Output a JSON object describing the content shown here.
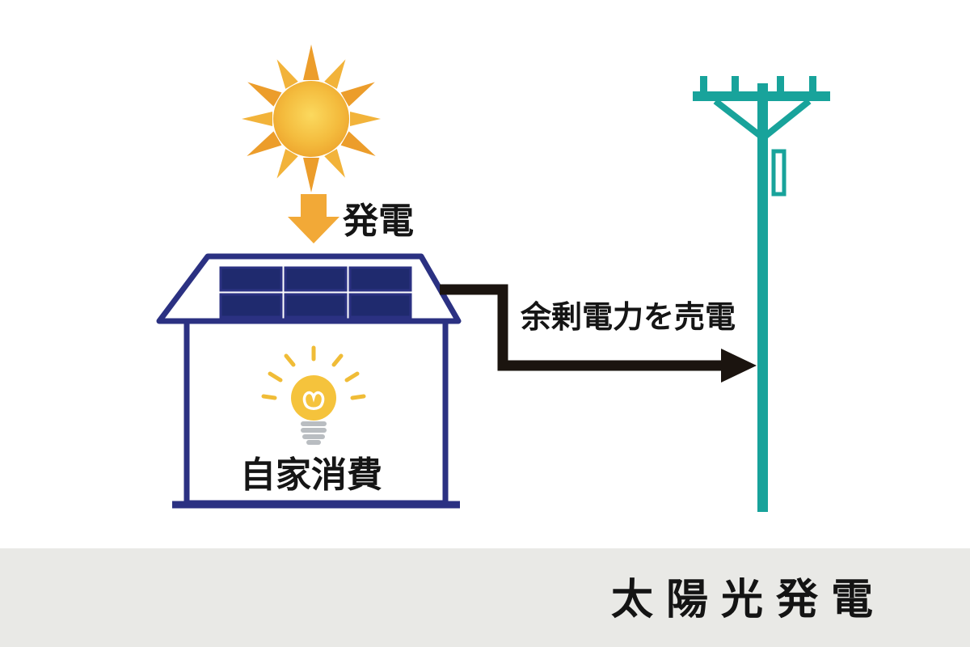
{
  "diagram": {
    "generation_label": "発電",
    "self_consumption_label": "自家消費",
    "surplus_label": "余剰電力を売電",
    "title": "太陽光発電"
  },
  "icons": {
    "sun": "sun-icon",
    "generation_arrow": "down-arrow-icon",
    "house": "house-icon",
    "solar_panels": "solar-panel-icon",
    "lightbulb": "lightbulb-icon",
    "surplus_arrow": "right-arrow-icon",
    "utility_pole": "utility-pole-icon"
  },
  "colors": {
    "sun_core": "#f2b63a",
    "sun_ray_yellow": "#f2b33a",
    "sun_ray_orange": "#ec9d2b",
    "generation_arrow": "#f2a937",
    "house_navy": "#2b3182",
    "panel_navy": "#1f2a6e",
    "bulb_yellow": "#f5c33c",
    "bulb_base_gray": "#b9bdc1",
    "flow_black": "#1b140f",
    "pole_teal": "#18a39b",
    "footer_bg": "#e9e9e6",
    "text_black": "#151515"
  }
}
